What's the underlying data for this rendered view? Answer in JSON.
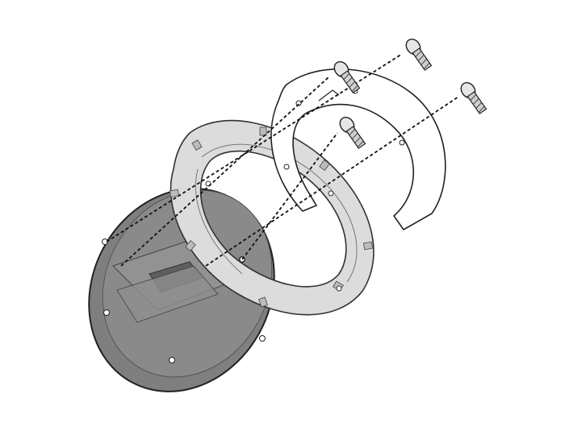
{
  "diagram": {
    "kind": "exploded-assembly",
    "parts": [
      {
        "id": "tank-cap-plate",
        "fill": "#7f7f7f"
      },
      {
        "id": "mounting-ring",
        "fill": "#dcdcdc"
      },
      {
        "id": "flat-adapter-ring",
        "fill": "#ffffff"
      },
      {
        "id": "screw",
        "count": 4,
        "fill": "#cfcfcf"
      }
    ],
    "stroke_color": "#222222",
    "dashed_line_color": "#111111",
    "background": "#ffffff"
  }
}
